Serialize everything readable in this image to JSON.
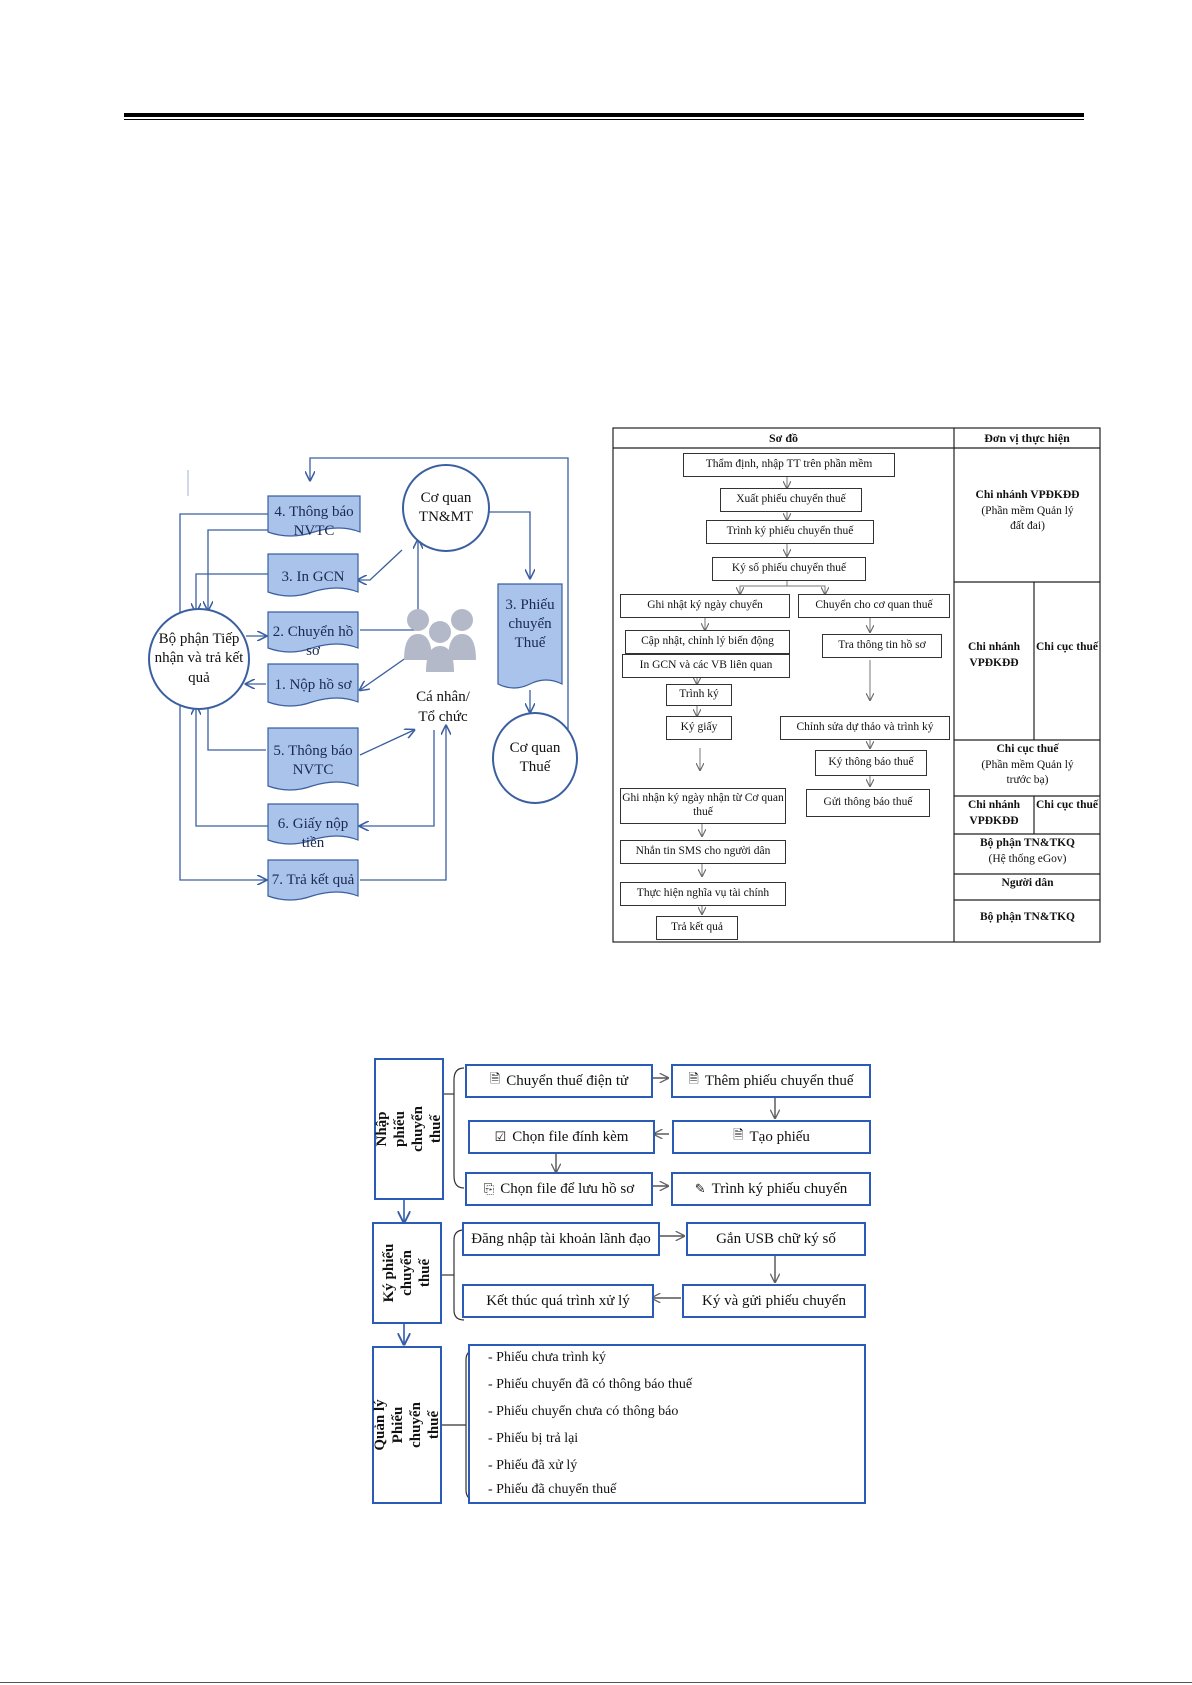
{
  "left_flow": {
    "nodes": {
      "thong_bao_nvtc_4": "4. Thông báo NVTC",
      "in_gcn": "3. In GCN",
      "chuyen_ho_so": "2. Chuyển hồ sơ",
      "nop_ho_so": "1. Nộp hồ sơ",
      "thong_bao_nvtc_5": "5. Thông báo NVTC",
      "giay_nop_tien": "6. Giấy nộp tiền",
      "tra_ket_qua": "7. Trả kết quả",
      "phieu_chuyen_thue": "3. Phiếu chuyển Thuế",
      "bo_phan_tiep_nhan": "Bộ phận Tiếp nhận và trả kết quả",
      "co_quan_tnmt": "Cơ quan TN&MT",
      "co_quan_thue": "Cơ quan Thuế",
      "ca_nhan": "Cá nhân/ Tổ chức"
    }
  },
  "process_table": {
    "header_left": "Sơ đồ",
    "header_right": "Đơn vị thực hiện",
    "steps": {
      "s1": "Thẩm định, nhập TT trên phần mềm",
      "s2": "Xuất phiếu chuyển thuế",
      "s3": "Trình ký phiếu chuyển thuế",
      "s4": "Ký số phiếu chuyển thuế",
      "s5a": "Ghi nhật ký ngày chuyển",
      "s5b": "Chuyển cho cơ quan thuế",
      "s6a": "Cập nhật, chỉnh lý biến động",
      "s6b": "Tra thông tin hồ sơ",
      "s7": "In GCN và các VB liên quan",
      "s8": "Trình ký",
      "s9": "Ký giấy",
      "s10": "Chỉnh sửa dự thảo và trình ký",
      "s11": "Ký thông báo thuế",
      "s12": "Gửi thông báo thuế",
      "s13": "Ghi nhận ký ngày nhận từ Cơ quan thuế",
      "s14": "Nhắn tin SMS cho người dân",
      "s15": "Thực hiện nghĩa vụ tài chính",
      "s16": "Trả kết quả"
    },
    "units": {
      "u1_title": "Chi nhánh VPĐKĐĐ",
      "u1_sub": "(Phần mềm Quản lý đất đai)",
      "u2_left": "Chi nhánh VPĐKĐĐ",
      "u2_right": "Chi cục thuế",
      "u3_title": "Chi cục thuế",
      "u3_sub": "(Phần mềm Quản lý trước bạ)",
      "u4_left": "Chi nhánh VPĐKĐĐ",
      "u4_right": "Chi cục thuế",
      "u5_title": "Bộ phận TN&TKQ",
      "u5_sub": "(Hệ thống eGov)",
      "u6": "Người dân",
      "u7": "Bộ phận TN&TKQ"
    }
  },
  "bottom_flow": {
    "stage1": "Nhập phiếu chuyển thuế",
    "stage2": "Ký phiếu chuyển thuế",
    "stage3": "Quản lý Phiếu chuyển thuế",
    "row1": [
      "Chuyển thuế điện tử",
      "Thêm phiếu chuyển thuế"
    ],
    "row2": [
      "Chọn file đính kèm",
      "Tạo phiếu"
    ],
    "row3": [
      "Chọn file để lưu hồ sơ",
      "Trình ký phiếu chuyển"
    ],
    "row4": [
      "Đăng nhập tài khoản lãnh đạo",
      "Gắn USB chữ ký số"
    ],
    "row5": [
      "Kết thúc quá trình xử lý",
      "Ký và gửi phiếu chuyển"
    ],
    "list": [
      "- Phiếu chưa trình ký",
      "- Phiếu chuyển đã có thông báo thuế",
      "- Phiếu chuyển chưa có thông báo",
      "- Phiếu bị trả lại",
      "- Phiếu đã xử lý",
      "- Phiếu đã chuyển thuế"
    ],
    "icons": [
      "document-icon",
      "checkbox-icon",
      "copy-icon",
      "pencil-icon"
    ]
  }
}
